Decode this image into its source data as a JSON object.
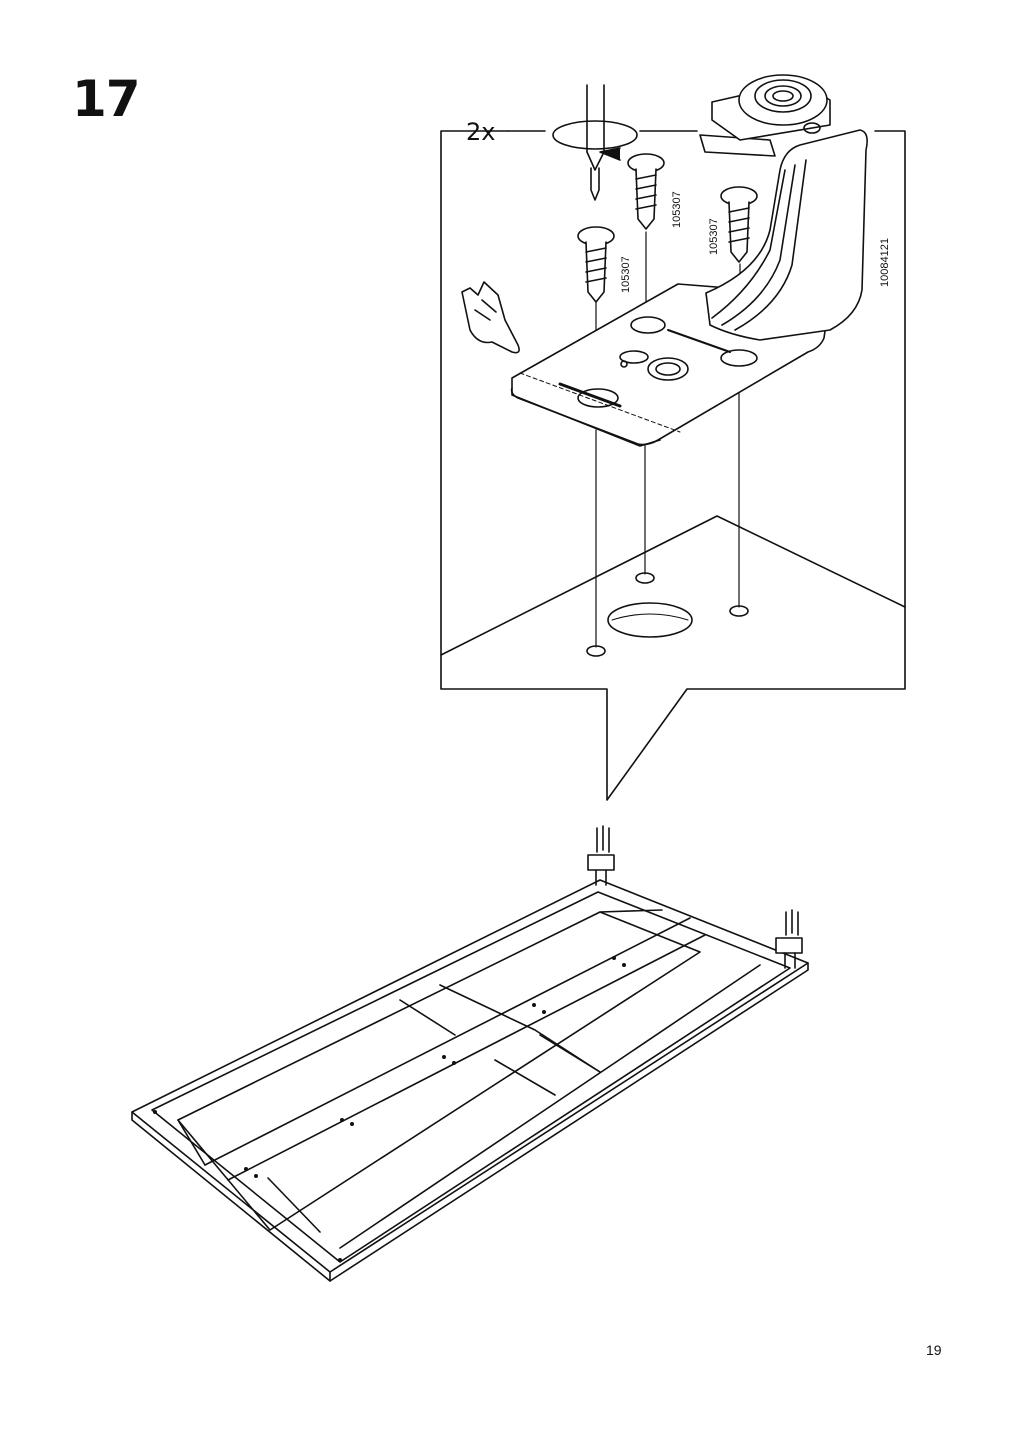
{
  "step": {
    "number": "17"
  },
  "detail": {
    "quantity": "2x",
    "parts": [
      "105307",
      "105307",
      "105307",
      "10084121"
    ]
  },
  "page": {
    "number": "19"
  }
}
